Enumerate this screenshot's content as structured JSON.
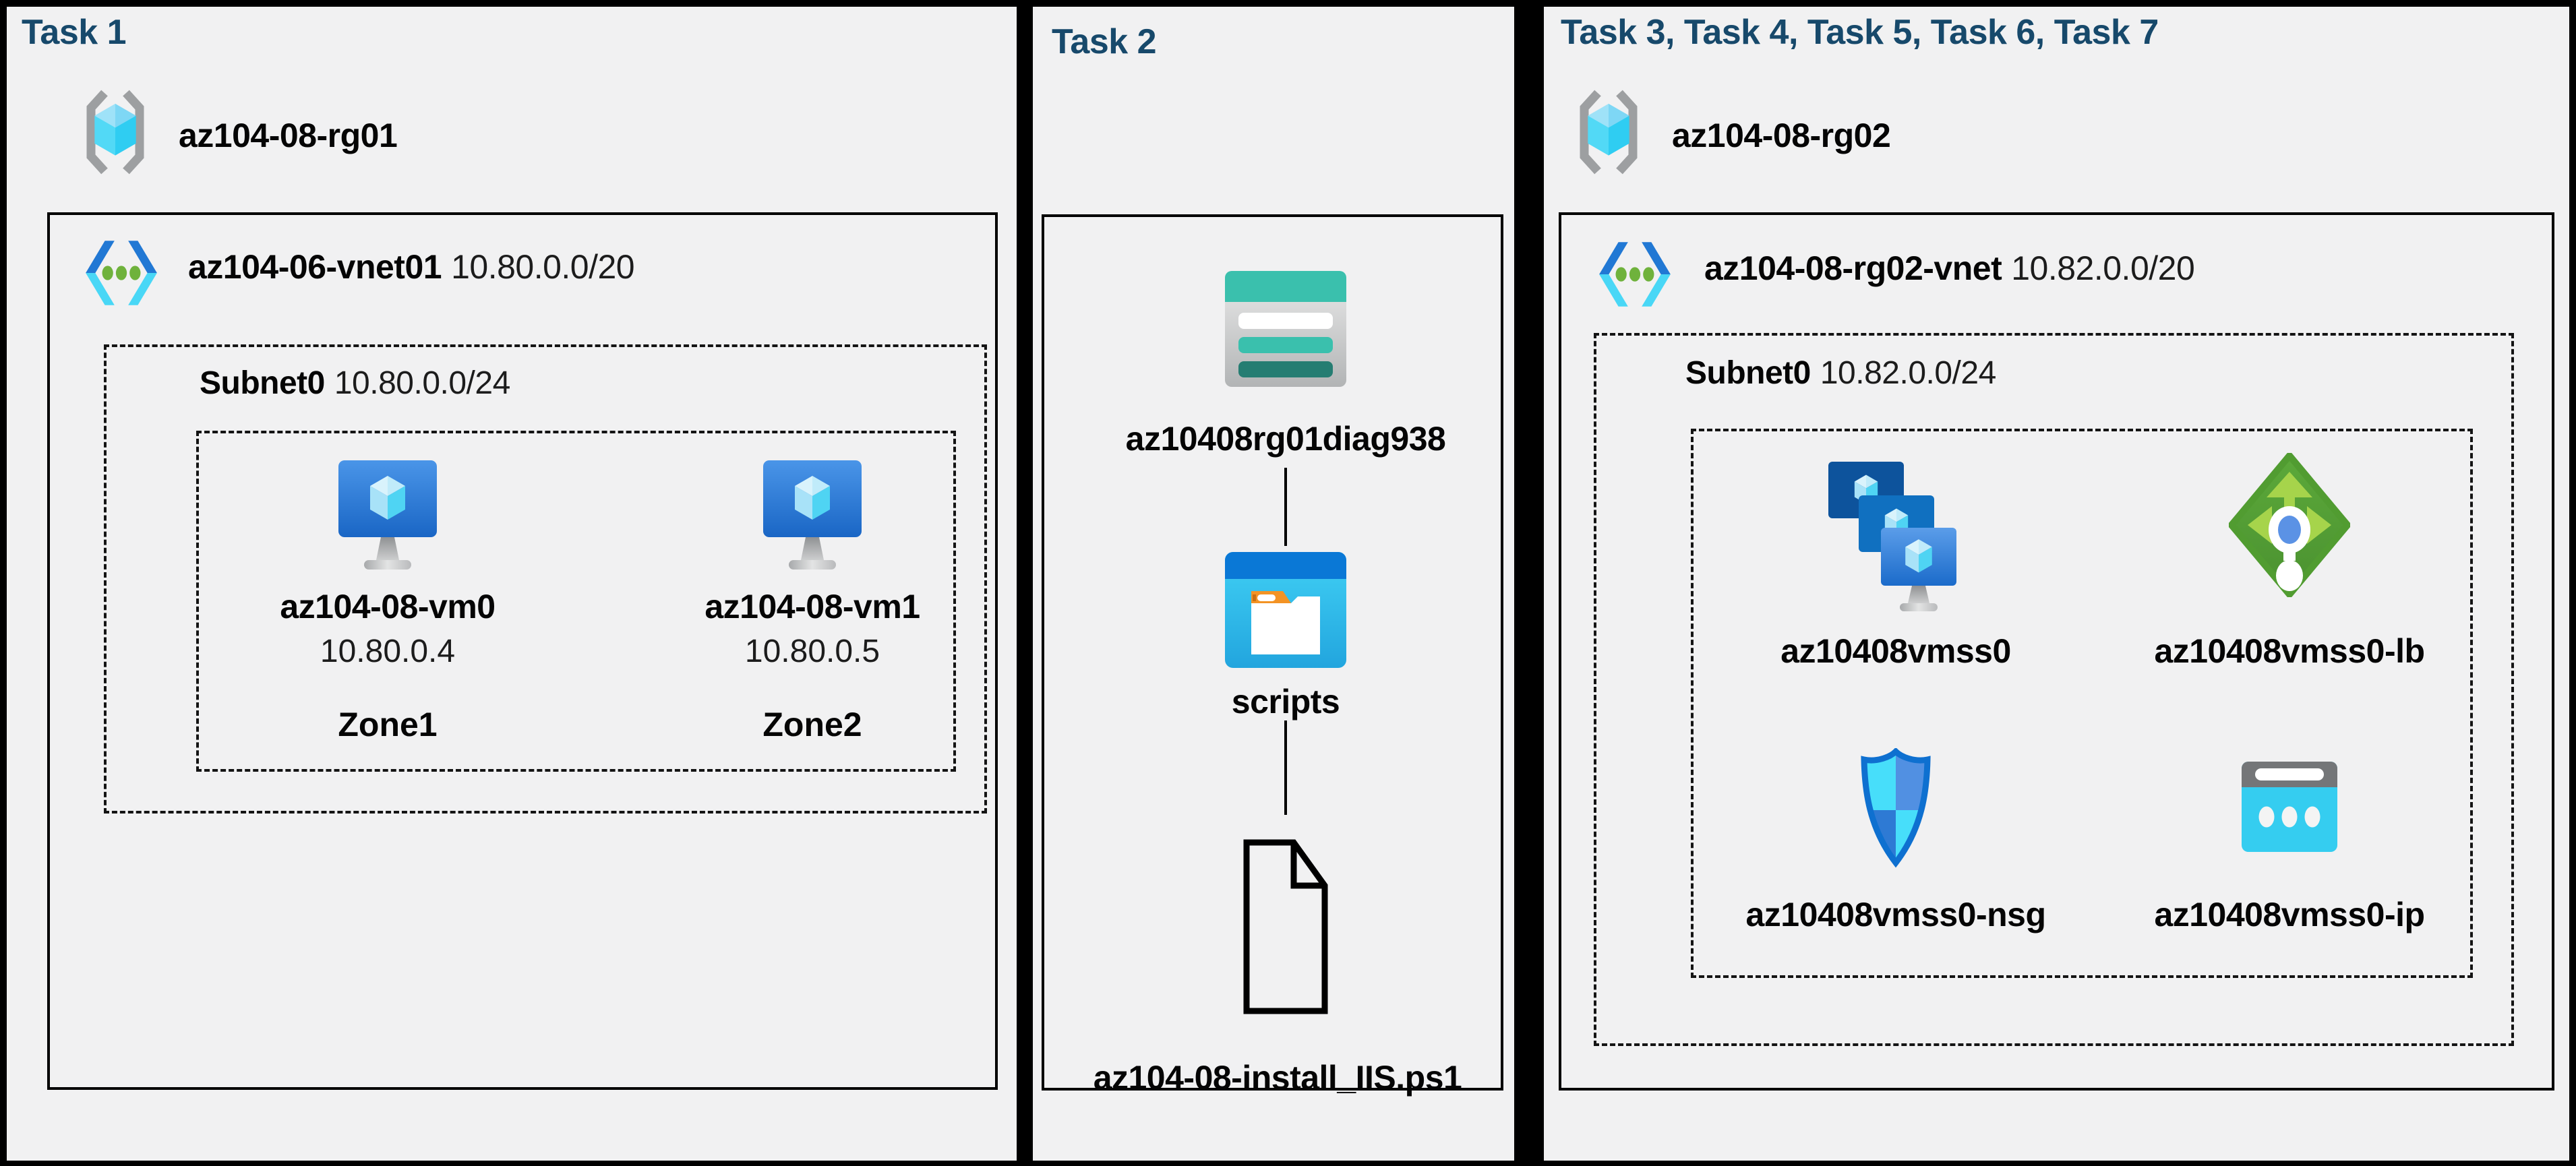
{
  "diagram_title": "Azure lab architecture diagram",
  "colors": {
    "panel_background": "#f1f1f2",
    "outer_border": "#000000",
    "task_title": "#17496b",
    "azure_vm_blue": "#1b6ac9",
    "cyan_accent": "#35cdf0",
    "storage_teal": "#3ac0ad",
    "storage_dark_teal": "#257d72",
    "lb_green": "#549e33",
    "lb_light_green": "#a6d44b",
    "folder_orange": "#f39324",
    "bracket_gray": "#9d9fa1"
  },
  "panel1": {
    "title": "Task 1",
    "resource_group": {
      "name": "az104-08-rg01",
      "icon": "resource-group-icon"
    },
    "vnet": {
      "name": "az104-06-vnet01",
      "cidr": "10.80.0.0/20",
      "icon": "virtual-network-icon"
    },
    "subnet": {
      "name": "Subnet0",
      "cidr": "10.80.0.0/24"
    },
    "vms": [
      {
        "name": "az104-08-vm0",
        "ip": "10.80.0.4",
        "zone": "Zone1",
        "icon": "virtual-machine-icon"
      },
      {
        "name": "az104-08-vm1",
        "ip": "10.80.0.5",
        "zone": "Zone2",
        "icon": "virtual-machine-icon"
      }
    ]
  },
  "panel2": {
    "title": "Task 2",
    "storage_account": {
      "name": "az10408rg01diag938",
      "icon": "storage-account-icon"
    },
    "container": {
      "name": "scripts",
      "icon": "blob-container-icon"
    },
    "file": {
      "name": "az104-08-install_IIS.ps1",
      "icon": "file-icon"
    }
  },
  "panel3": {
    "title": "Task 3, Task 4, Task 5, Task 6, Task 7",
    "resource_group": {
      "name": "az104-08-rg02",
      "icon": "resource-group-icon"
    },
    "vnet": {
      "name": "az104-08-rg02-vnet",
      "cidr": "10.82.0.0/20",
      "icon": "virtual-network-icon"
    },
    "subnet": {
      "name": "Subnet0",
      "cidr": "10.82.0.0/24"
    },
    "resources": [
      {
        "name": "az10408vmss0",
        "type": "vm-scale-set",
        "icon": "vm-scale-set-icon"
      },
      {
        "name": "az10408vmss0-lb",
        "type": "load-balancer",
        "icon": "load-balancer-icon"
      },
      {
        "name": "az10408vmss0-nsg",
        "type": "network-security-group",
        "icon": "nsg-shield-icon"
      },
      {
        "name": "az10408vmss0-ip",
        "type": "public-ip-address",
        "icon": "public-ip-icon"
      }
    ]
  }
}
